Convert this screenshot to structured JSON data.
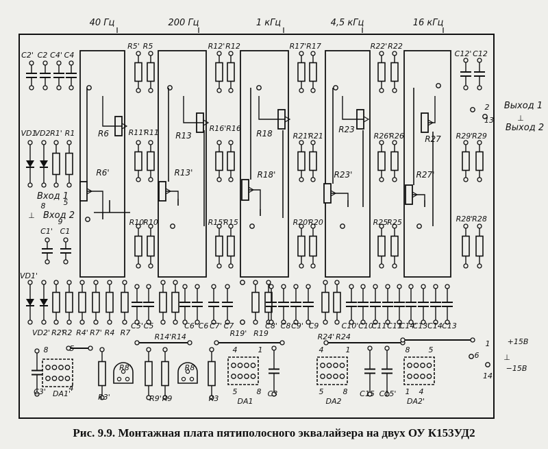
{
  "caption": "Рис. 9.9. Монтажная плата пятиполосного эквалайзера на двух ОУ К153УД2",
  "bands": [
    "40 Гц",
    "200 Гц",
    "1 кГц",
    "4,5 кГц",
    "16 кГц"
  ],
  "pots": [
    "R6",
    "R6'",
    "R13",
    "R13'",
    "R18",
    "R18'",
    "R23",
    "R23'",
    "R27",
    "R27'"
  ],
  "labels": [
    "C2'",
    "C2",
    "C4'",
    "C4",
    "R5'",
    "R5",
    "R12'",
    "R12",
    "R17'",
    "R17",
    "R22'",
    "R22",
    "C12'",
    "C12",
    "VD1",
    "VD2",
    "R1'",
    "R1",
    "R11'",
    "R11",
    "R16'",
    "R16",
    "R21'",
    "R21",
    "R26'",
    "R26",
    "R29'",
    "R29",
    "Вход 1",
    "8",
    "5",
    "⊥",
    "Вход 2",
    "9",
    "C1'",
    "C1",
    "R10'",
    "R10",
    "R15'",
    "R15",
    "R20'",
    "R20",
    "R25'",
    "R25",
    "R28'",
    "R28",
    "VD1'",
    "VD2'",
    "R2'",
    "R2",
    "R4'",
    "R7'",
    "R4",
    "R7",
    "C5'",
    "C5",
    "C6'",
    "C6",
    "C7'",
    "C7",
    "C8'",
    "C8",
    "C9'",
    "C9",
    "C10'",
    "C10",
    "C11'",
    "C11",
    "C14'",
    "C13'",
    "C14",
    "C13",
    "R14'",
    "R14",
    "R19'",
    "R19",
    "R24'",
    "R24",
    "8",
    "5",
    "C3'",
    "DA1'",
    "4",
    "R3'",
    "R8'",
    "R9'",
    "R9",
    "R8",
    "R3",
    "4",
    "1",
    "5",
    "8",
    "DA1",
    "C3",
    "4",
    "1",
    "5",
    "8",
    "DA2",
    "C15",
    "C15'",
    "8",
    "5",
    "1",
    "4",
    "DA2'",
    "Выход 1",
    "⊥",
    "Выход 2",
    "2",
    "13",
    "+15В",
    "⊥",
    "−15В",
    "1",
    "6",
    "14"
  ]
}
